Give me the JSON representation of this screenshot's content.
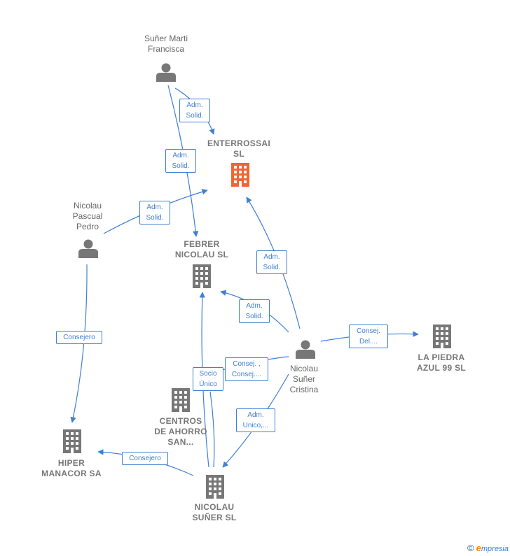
{
  "nodes": {
    "suner_marti": "Suñer Marti\nFrancisca",
    "enterrossai": "ENTERROSSAI\nSL",
    "nicolau_pascual": "Nicolau\nPascual\nPedro",
    "febrer_nicolau": "FEBRER\nNICOLAU  SL",
    "nicolau_suner_cristina": "Nicolau\nSuñer\nCristina",
    "la_piedra": "LA PIEDRA\nAZUL 99 SL",
    "centros": "CENTROS\nDE AHORRO\nSAN...",
    "hiper_manacor": "HIPER\nMANACOR SA",
    "nicolau_suner_sl": "NICOLAU\nSUÑER  SL"
  },
  "edges": {
    "e1": "Adm.\nSolid.",
    "e2": "Adm.\nSolid.",
    "e3": "Adm.\nSolid.",
    "e4": "Adm.\nSolid.",
    "e5": "Adm.\nSolid.",
    "e6": "Consej.\nDel....",
    "e7": "Consejero",
    "e8": "Consej. ,\nConsej....",
    "e9": "Socio\nÚnico",
    "e10": "Adm.\nUnico,...",
    "e11": "Consejero"
  },
  "footer": {
    "copyright": "©",
    "brand_initial": "e",
    "brand_rest": "mpresia"
  },
  "colors": {
    "edge": "#3f7fd4",
    "person": "#777777",
    "company": "#777777",
    "highlight_company": "#f26531"
  }
}
